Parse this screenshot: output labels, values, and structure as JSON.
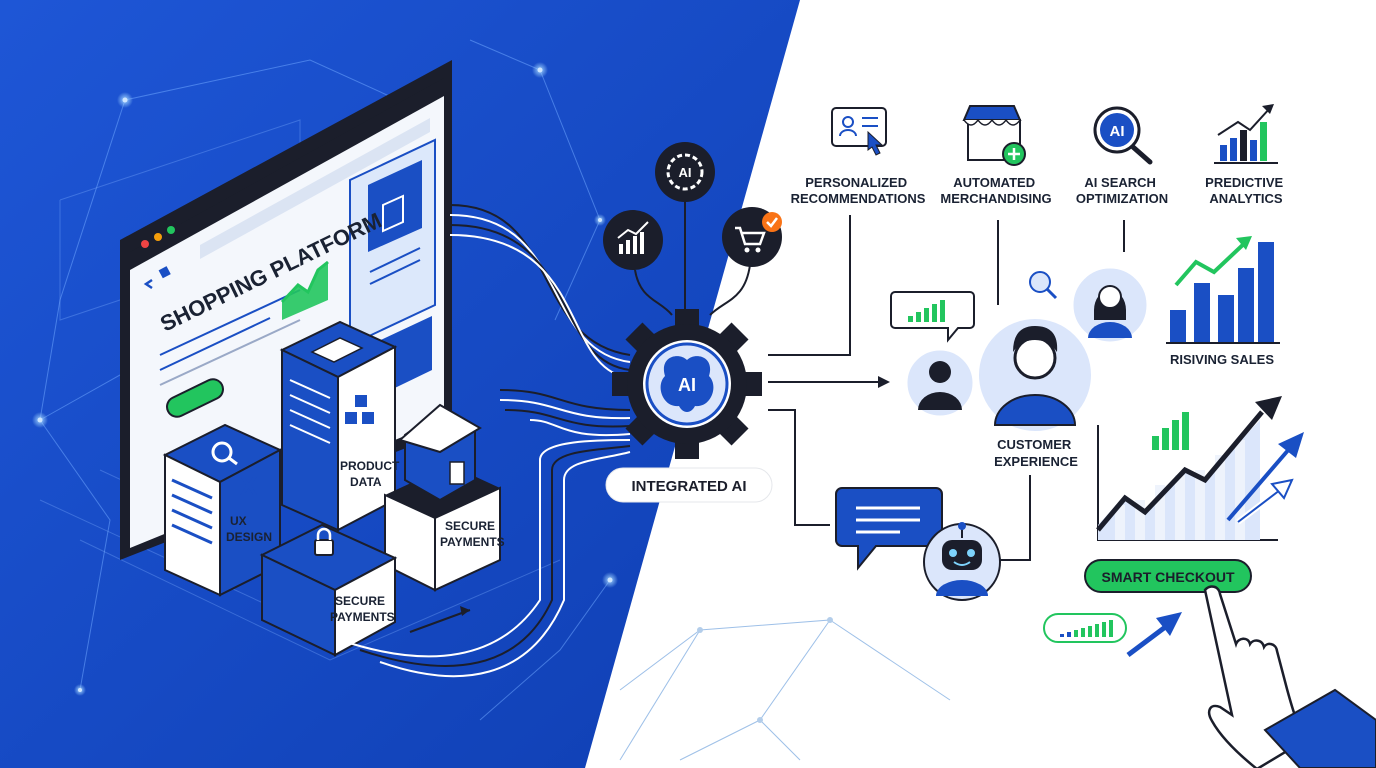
{
  "platform": {
    "title": "SHOPPING PLATFORM",
    "ux_box": "UX\nDESIGN",
    "product_box": "PRODUCT\nDATA",
    "secure_front": "SECURE\nPAYMENTS",
    "secure_right": "SECURE\nPAYMENTS"
  },
  "hub": {
    "label": "INTEGRATED AI",
    "gear_text": "AI",
    "top_gear_text": "AI"
  },
  "features": [
    {
      "label": "PERSONALIZED\nRECOMMENDATIONS",
      "icon": "profile-card-click-icon"
    },
    {
      "label": "AUTOMATED\nMERCHANDISING",
      "icon": "storefront-add-icon"
    },
    {
      "label": "AI SEARCH\nOPTIMIZATION",
      "icon": "ai-search-icon",
      "icon_text": "AI"
    },
    {
      "label": "PREDICTIVE\nANALYTICS",
      "icon": "bar-chart-trend-icon"
    }
  ],
  "customer": {
    "label": "CUSTOMER\nEXPERIENCE"
  },
  "sales": {
    "label": "RISIVING SALES"
  },
  "checkout": {
    "label": "SMART CHECKOUT"
  },
  "colors": {
    "blue": "#1a4fc4",
    "dark": "#1b1e2b",
    "green": "#22c55e",
    "orange": "#f97316"
  }
}
